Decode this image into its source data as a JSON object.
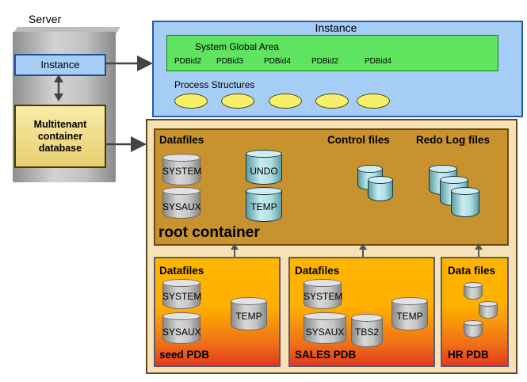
{
  "server": {
    "label": "Server",
    "instance_label": "Instance",
    "multitenant_label": "Multitenant\ncontainer\ndatabase"
  },
  "instance": {
    "title": "Instance",
    "sga": {
      "label": "System Global Area",
      "pdbids": [
        "PDBid2",
        "PDBid3",
        "PDBid4",
        "PDBid2",
        "PDBid4"
      ]
    },
    "process_structures": {
      "label": "Process Structures",
      "count": 5
    }
  },
  "root": {
    "datafiles_label": "Datafiles",
    "control_files_label": "Control files",
    "redo_log_label": "Redo Log files",
    "title": "root container",
    "cylinders": [
      "SYSTEM",
      "SYSAUX",
      "UNDO",
      "TEMP"
    ]
  },
  "seed": {
    "datafiles_label": "Datafiles",
    "title": "seed PDB",
    "cylinders": [
      "SYSTEM",
      "SYSAUX",
      "TEMP"
    ]
  },
  "sales": {
    "datafiles_label": "Datafiles",
    "title": "SALES PDB",
    "cylinders": [
      "SYSTEM",
      "SYSAUX",
      "TBS2",
      "TEMP"
    ]
  },
  "hr": {
    "datafiles_label": "Data files",
    "title": "HR PDB"
  },
  "colors": {
    "instance": "#a6cdf5",
    "sga": "#5ee45e",
    "root": "#c8922e",
    "pdb_top": "#ffb600",
    "pdb_bottom": "#e23a1e",
    "cdb": "#f6e2b6"
  }
}
